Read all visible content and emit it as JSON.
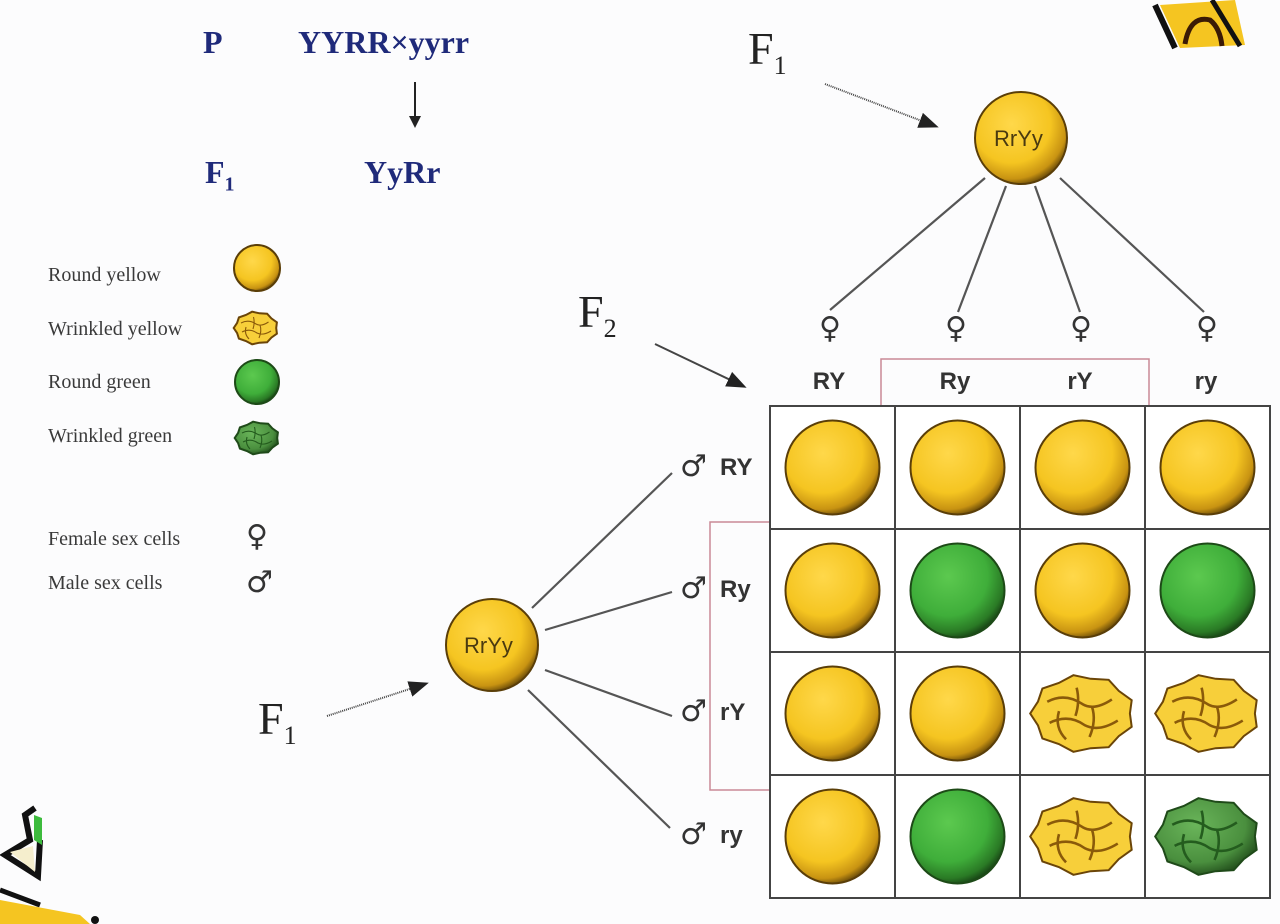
{
  "cross": {
    "p_label": "P",
    "parents": "YYRR×yyrr",
    "f1_label": "F",
    "f1_sub": "1",
    "f1_genotype": "YyRr"
  },
  "legend": {
    "items": [
      {
        "label": "Round yellow",
        "type": "round-yellow"
      },
      {
        "label": "Wrinkled yellow",
        "type": "wrinkled-yellow"
      },
      {
        "label": "Round green",
        "type": "round-green"
      },
      {
        "label": "Wrinkled green",
        "type": "wrinkled-green"
      }
    ],
    "female_label": "Female sex cells",
    "male_label": "Male sex cells",
    "female_symbol": "♀",
    "male_symbol": "♂"
  },
  "diagram": {
    "top_f1": {
      "label": "F",
      "sub": "1",
      "genotype": "RrYy"
    },
    "left_f1": {
      "label": "F",
      "sub": "1",
      "genotype": "RrYy"
    },
    "f2": {
      "label": "F",
      "sub": "2"
    },
    "female_gametes": [
      "RY",
      "Ry",
      "rY",
      "ry"
    ],
    "male_gametes": [
      "RY",
      "Ry",
      "rY",
      "ry"
    ],
    "grid": [
      [
        "round-yellow",
        "round-yellow",
        "round-yellow",
        "round-yellow"
      ],
      [
        "round-yellow",
        "round-green",
        "round-yellow",
        "round-green"
      ],
      [
        "round-yellow",
        "round-yellow",
        "wrinkled-yellow",
        "wrinkled-yellow"
      ],
      [
        "round-yellow",
        "round-green",
        "wrinkled-yellow",
        "wrinkled-green"
      ]
    ]
  },
  "colors": {
    "yellow": "#f5c521",
    "yellow_dark": "#5a3e08",
    "green": "#3fae3a",
    "green_dark": "#1d4a17",
    "text_blue": "#1f2a7a",
    "highlight_box": "#c98a96"
  }
}
